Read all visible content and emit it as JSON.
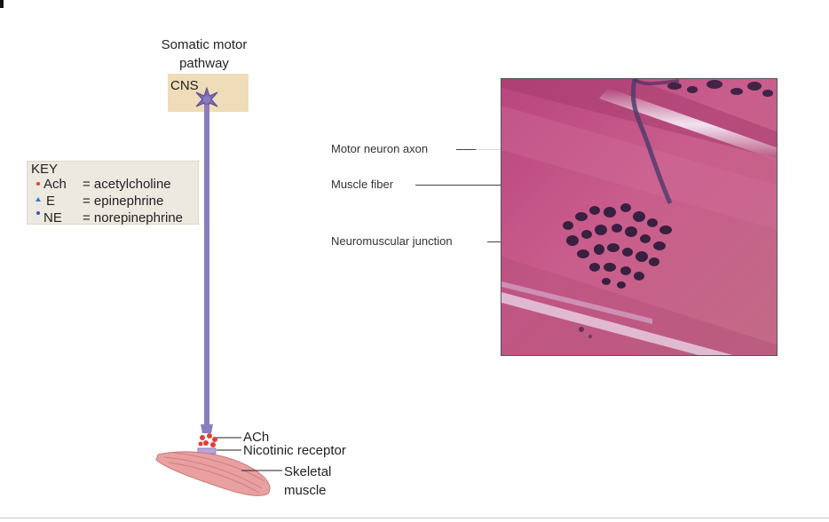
{
  "pathway": {
    "title": "Somatic motor pathway",
    "cns_label": "CNS"
  },
  "key": {
    "title": "KEY",
    "items": [
      {
        "abbr": "Ach",
        "definition": "= acetylcholine",
        "color": "#e0403a"
      },
      {
        "abbr": "E",
        "definition": "= epinephrine",
        "color": "#3a78c8"
      },
      {
        "abbr": "NE",
        "definition": "= norepinephrine",
        "color": "#3a58b8"
      }
    ]
  },
  "junction_labels": {
    "ach": "ACh",
    "receptor": "Nicotinic receptor",
    "muscle_line1": "Skeletal",
    "muscle_line2": "muscle"
  },
  "micrograph_labels": {
    "axon": "Motor neuron axon",
    "fiber": "Muscle fiber",
    "junction": "Neuromuscular junction"
  },
  "colors": {
    "axon": "#8a7cc0",
    "cns_box": "#efdcb8",
    "muscle": "#e9a0a0",
    "micrograph_pink": "#c85a8a",
    "stain_dark": "#2a1a3a"
  }
}
